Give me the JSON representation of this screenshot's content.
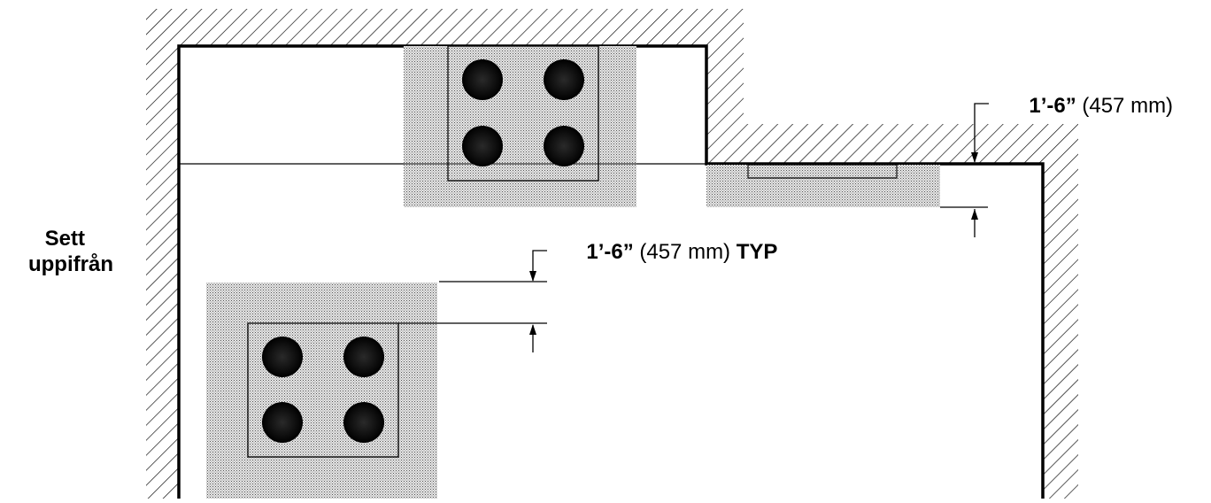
{
  "view_label": {
    "line1": "Sett",
    "line2": "uppifrån"
  },
  "dimension_top": {
    "bold": "1’-6”",
    "normal": " (457 mm)"
  },
  "dimension_typ": {
    "bold": "1’-6”",
    "normal": " (457 mm) ",
    "suffix": "TYP"
  },
  "colors": {
    "line": "#000000",
    "clearance_fill": "#d6d6d6",
    "burner": "#111111",
    "background": "#ffffff"
  }
}
